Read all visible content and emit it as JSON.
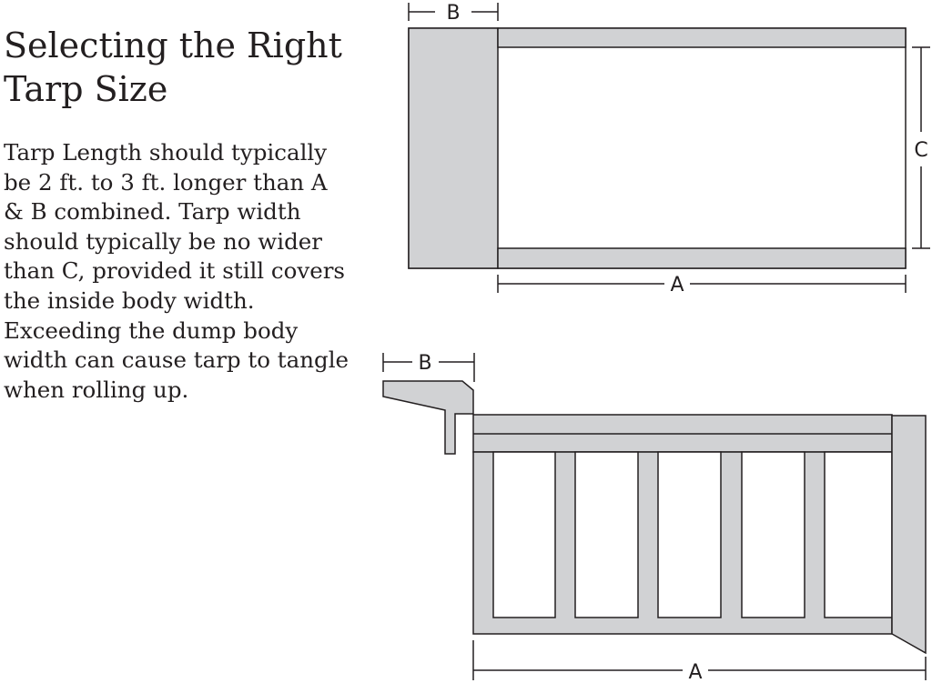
{
  "title": {
    "lines": [
      "Selecting the Right",
      "Tarp Size"
    ]
  },
  "description": {
    "lines": [
      "Tarp Length should typically",
      "be 2 ft. to 3 ft. longer than A",
      "& B combined. Tarp width",
      "should typically be no wider",
      "than C, provided it still covers",
      "the inside body width.",
      "Exceeding the dump body",
      "width can cause tarp to tangle",
      "when rolling up."
    ]
  },
  "top_view": {
    "label_a": "A",
    "label_b": "B",
    "label_c": "C"
  },
  "side_view": {
    "label_a": "A",
    "label_b": "B"
  },
  "colors": {
    "fill": "#d1d2d4",
    "stroke": "#231f20"
  }
}
